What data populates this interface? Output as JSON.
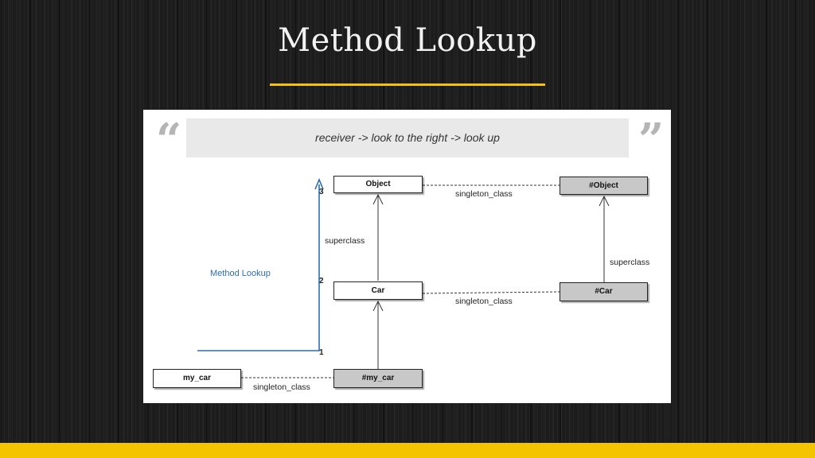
{
  "slide": {
    "title": "Method Lookup",
    "accent_color": "#f5c400"
  },
  "quote": {
    "text": "receiver -> look to the right -> look up",
    "open_mark": "“",
    "close_mark": "”"
  },
  "diagram": {
    "nodes": {
      "object": "Object",
      "object_singleton": "#Object",
      "car": "Car",
      "car_singleton": "#Car",
      "my_car": "my_car",
      "my_car_singleton": "#my_car"
    },
    "edge_labels": {
      "superclass_left": "superclass",
      "superclass_right": "superclass",
      "singleton_object": "singleton_class",
      "singleton_car": "singleton_class",
      "singleton_my_car": "singleton_class"
    },
    "lookup": {
      "label": "Method Lookup",
      "step1": "1",
      "step2": "2",
      "step3": "3",
      "color": "#2e6db4"
    }
  }
}
